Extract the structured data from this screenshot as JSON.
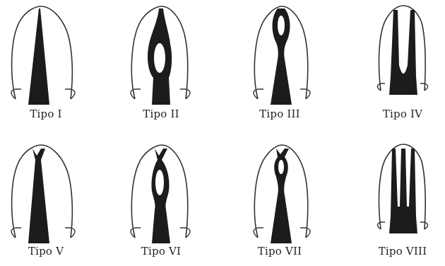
{
  "figure": {
    "types": [
      {
        "label": "Tipo I",
        "icon": "vertucci-type-1-canal-icon"
      },
      {
        "label": "Tipo II",
        "icon": "vertucci-type-2-canal-icon"
      },
      {
        "label": "Tipo III",
        "icon": "vertucci-type-3-canal-icon"
      },
      {
        "label": "Tipo IV",
        "icon": "vertucci-type-4-canal-icon"
      },
      {
        "label": "Tipo V",
        "icon": "vertucci-type-5-canal-icon"
      },
      {
        "label": "Tipo VI",
        "icon": "vertucci-type-6-canal-icon"
      },
      {
        "label": "Tipo VII",
        "icon": "vertucci-type-7-canal-icon"
      },
      {
        "label": "Tipo VIII",
        "icon": "vertucci-type-8-canal-icon"
      }
    ]
  }
}
